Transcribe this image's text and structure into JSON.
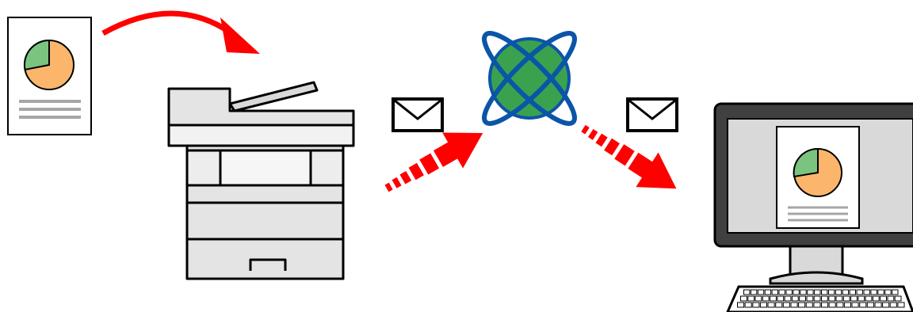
{
  "diagram": {
    "description_nodes": [
      {
        "id": "source-document",
        "icon": "document-with-pie-chart-icon"
      },
      {
        "id": "multifunction-printer",
        "icon": "printer-scanner-icon"
      },
      {
        "id": "network",
        "icon": "globe-network-icon"
      },
      {
        "id": "computer",
        "icon": "desktop-computer-icon"
      }
    ],
    "edges": [
      {
        "from": "source-document",
        "to": "multifunction-printer",
        "style": "solid-curved-arrow"
      },
      {
        "from": "multifunction-printer",
        "to": "network",
        "style": "dashed-arrow",
        "carries": "email-envelope-icon"
      },
      {
        "from": "network",
        "to": "computer",
        "style": "dashed-arrow",
        "carries": "email-envelope-icon"
      }
    ],
    "colors": {
      "arrow": "#ff0000",
      "globe_fill": "#3aa24f",
      "globe_outline": "#0b55a8",
      "pie_green": "#7bc47f",
      "pie_orange": "#fbb66b",
      "device_gray": "#e4e4e4",
      "monitor_frame": "#404040",
      "outline": "#000000"
    }
  }
}
